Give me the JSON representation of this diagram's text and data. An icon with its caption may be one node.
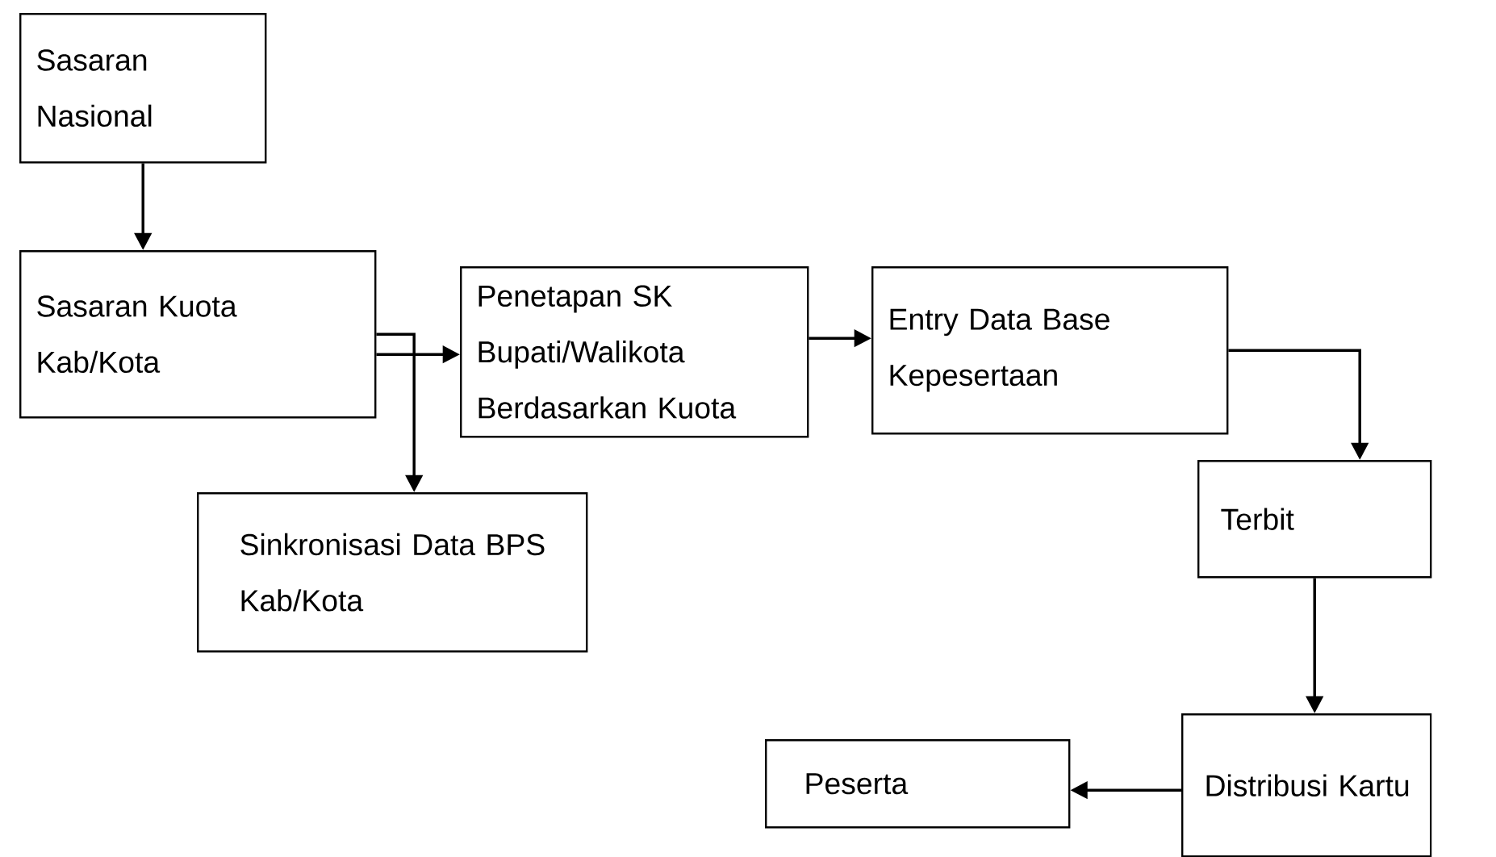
{
  "diagram": {
    "nodes": [
      {
        "text": [
          "Sasaran Nasional"
        ]
      },
      {
        "text": [
          "Sasaran Kuota Kab/Kota"
        ]
      },
      {
        "text": [
          "Penetapan SK Bupati/Walikota Berdasarkan  Kuota"
        ]
      },
      {
        "text": [
          "Entry Data Base Kepesertaan"
        ]
      },
      {
        "text": [
          "Sinkronisasi Data BPS Kab/Kota"
        ]
      },
      {
        "text": [
          "Terbit"
        ]
      },
      {
        "text": [
          "Distribusi Kartu"
        ]
      },
      {
        "text": [
          "Peserta"
        ]
      }
    ],
    "edges": [
      {
        "from": 0,
        "to": 1,
        "arrow": "to"
      },
      {
        "from": 1,
        "to": 2,
        "arrow": "to"
      },
      {
        "from": 1,
        "to": 4,
        "arrow": "to"
      },
      {
        "from": 2,
        "to": 3,
        "arrow": "to"
      },
      {
        "from": 3,
        "to": 5,
        "arrow": "to"
      },
      {
        "from": 5,
        "to": 6,
        "arrow": "to"
      },
      {
        "from": 6,
        "to": 7,
        "arrow": "to"
      }
    ]
  }
}
